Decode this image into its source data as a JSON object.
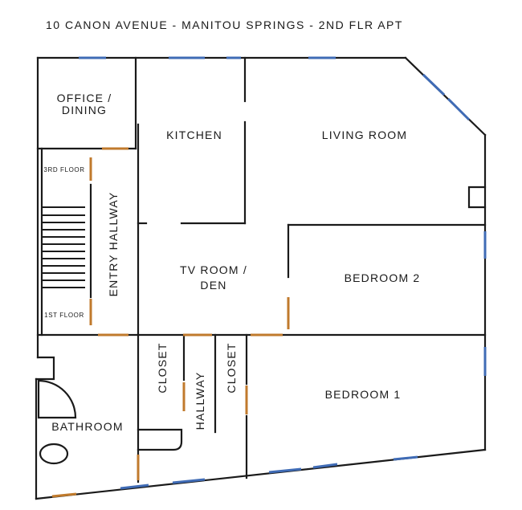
{
  "title": "10 CANON AVENUE - MANITOU SPRINGS - 2ND FLR APT",
  "rooms": {
    "office_line1": "OFFICE /",
    "office_line2": "DINING",
    "kitchen": "KITCHEN",
    "living_room": "LIVING ROOM",
    "third_floor": "3RD FLOOR",
    "first_floor": "1ST FLOOR",
    "entry_hallway": "ENTRY HALLWAY",
    "tv_room_line1": "TV ROOM /",
    "tv_room_line2": "DEN",
    "bedroom_2": "BEDROOM 2",
    "closet_left": "CLOSET",
    "hallway": "HALLWAY",
    "closet_right": "CLOSET",
    "bedroom_1": "BEDROOM 1",
    "bathroom": "BATHROOM"
  },
  "legend_colors": {
    "wall": "#1a1a1a",
    "window": "#3f6bb5",
    "door": "#c07a2c"
  }
}
